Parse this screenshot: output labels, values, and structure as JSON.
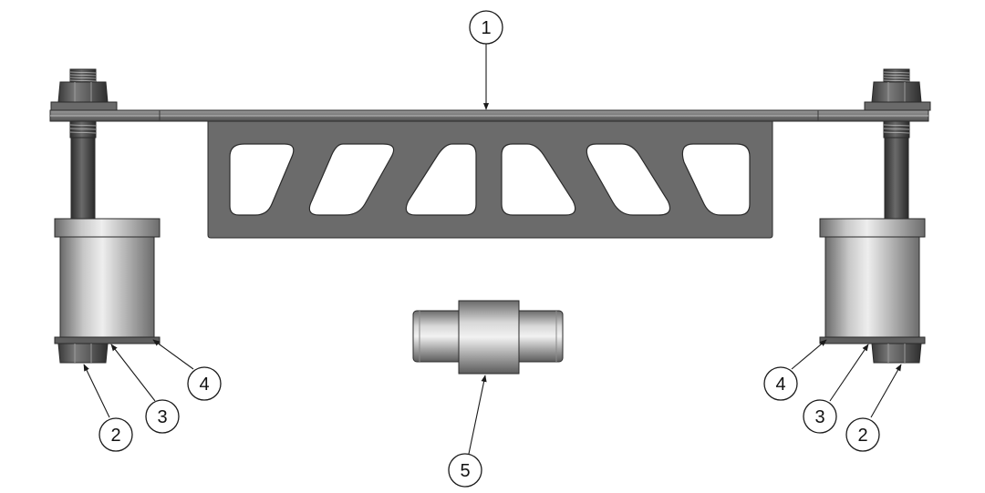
{
  "callouts": [
    {
      "id": "c1",
      "label": "1",
      "part": "bracket-plate"
    },
    {
      "id": "c2l",
      "label": "2",
      "part": "nut-left"
    },
    {
      "id": "c3l",
      "label": "3",
      "part": "washer-left"
    },
    {
      "id": "c4l",
      "label": "4",
      "part": "bushing-left"
    },
    {
      "id": "c2r",
      "label": "2",
      "part": "nut-right"
    },
    {
      "id": "c3r",
      "label": "3",
      "part": "washer-right"
    },
    {
      "id": "c4r",
      "label": "4",
      "part": "bushing-right"
    },
    {
      "id": "c5",
      "label": "5",
      "part": "spacer-pin"
    }
  ],
  "colors": {
    "plate": "#6e6e6e",
    "plate_dark": "#4a4a4a",
    "metal_light": "#e2e2e2",
    "metal_mid": "#a8a8a8",
    "metal_dark": "#5a5a5a",
    "bolt": "#3c3c3c",
    "hole": "#ffffff"
  }
}
